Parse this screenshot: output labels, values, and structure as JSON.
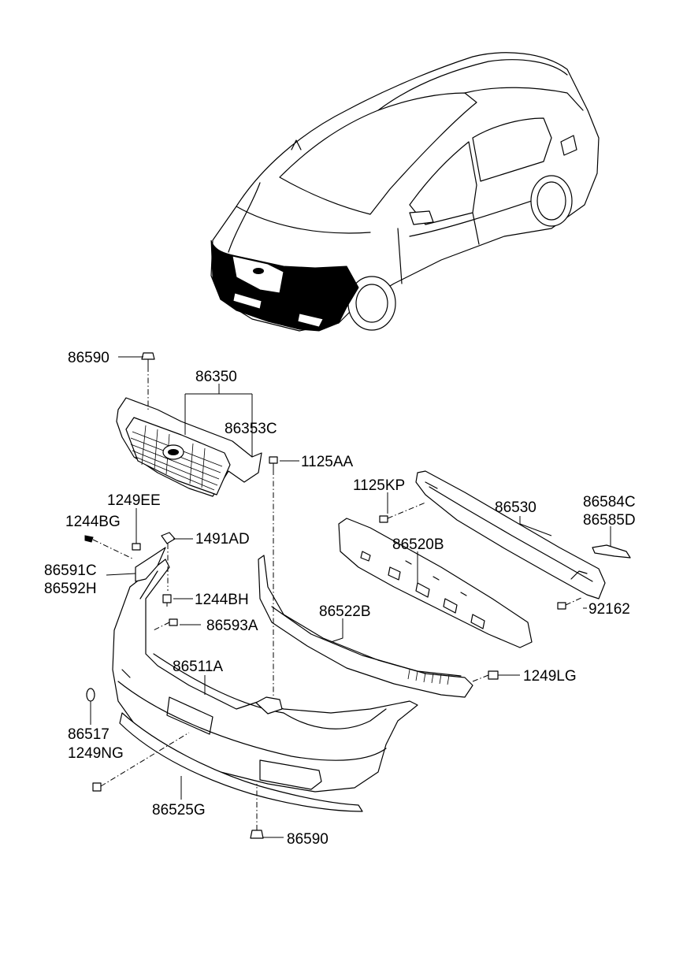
{
  "labels": {
    "p86590_top": "86590",
    "p86350": "86350",
    "p86353C": "86353C",
    "p1125AA": "1125AA",
    "p1125KP": "1125KP",
    "p86530": "86530",
    "p86584C": "86584C",
    "p86585D": "86585D",
    "p1249EE": "1249EE",
    "p1244BG": "1244BG",
    "p1491AD": "1491AD",
    "p86591C": "86591C",
    "p86592H": "86592H",
    "p86520B": "86520B",
    "p1244BH": "1244BH",
    "p92162": "92162",
    "p86593A": "86593A",
    "p86522B": "86522B",
    "p86511A": "86511A",
    "p1249LG": "1249LG",
    "p86517": "86517",
    "p1249NG": "1249NG",
    "p86525G": "86525G",
    "p86590_bottom": "86590"
  },
  "colors": {
    "line": "#000000",
    "background": "#ffffff",
    "highlight": "#000000"
  }
}
